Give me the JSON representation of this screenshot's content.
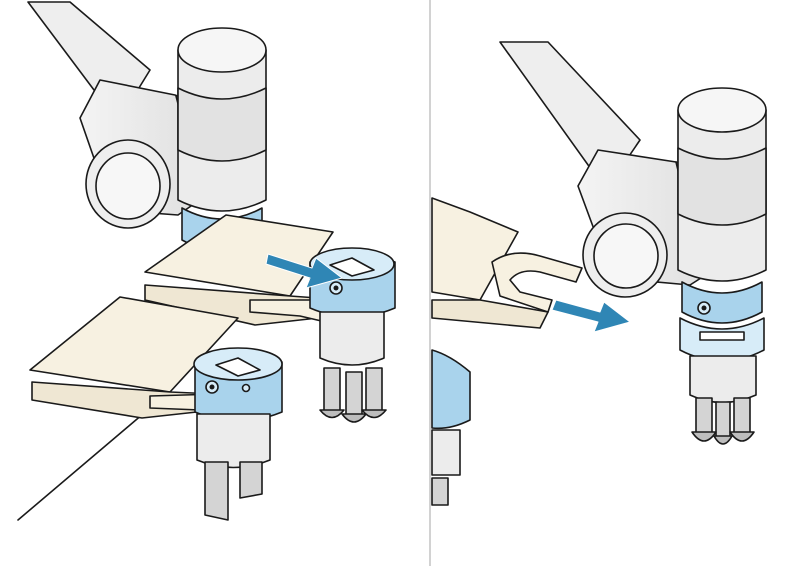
{
  "figure": {
    "panels": [
      {
        "id": "left",
        "step": "attach-tool",
        "arrow": "toward-robot-flange"
      },
      {
        "id": "right",
        "step": "detach-tool",
        "arrow": "away-from-tool-holder"
      }
    ],
    "colors": {
      "outline": "#1a1a1a",
      "robot_body": "#eeeeee",
      "robot_shade": "#d4d4d4",
      "tool_changer": "#a9d3ec",
      "tool_changer_light": "#d7ecf8",
      "holder_plate": "#f7f1e1",
      "arrow": "#2f86b5",
      "divider": "#b5b5b5"
    },
    "icons": [
      "arrow-right-icon",
      "screw-icon"
    ]
  }
}
